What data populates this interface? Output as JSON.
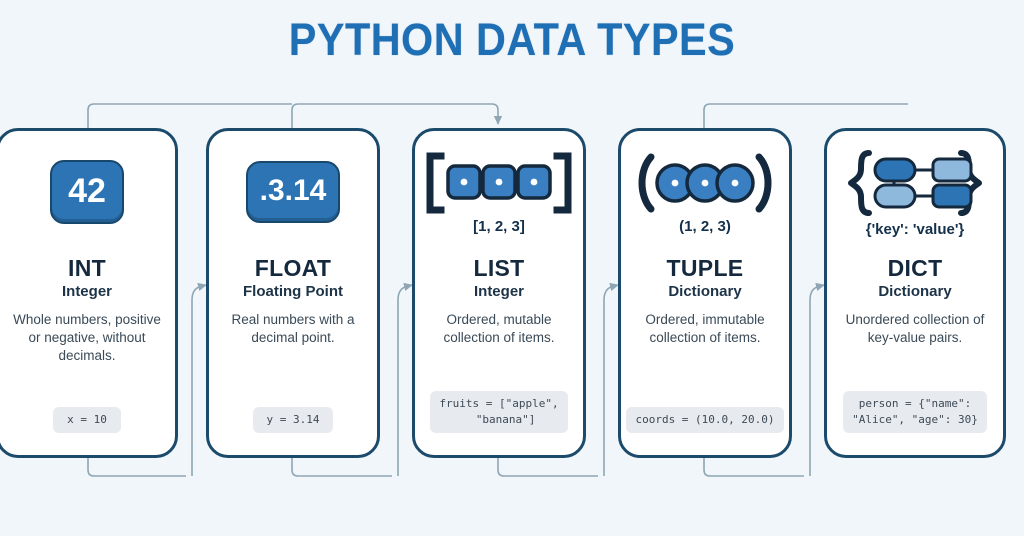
{
  "page": {
    "title": "PYTHON DATA TYPES",
    "background_color": "#f0f6fa",
    "title_color": "#1f6fb5",
    "card_border_color": "#1b4a6b",
    "accent_blue": "#2d74b5",
    "connector_color": "#8fa6b5"
  },
  "cards": [
    {
      "id": "int",
      "icon_name": "int-number-badge",
      "badge_text": "42",
      "glyph_caption": "",
      "type_name": "INT",
      "type_sub": "Integer",
      "description": "Whole numbers, positive or negative, without decimals.",
      "code": "x = 10"
    },
    {
      "id": "float",
      "icon_name": "float-number-badge",
      "badge_text": ".3.14",
      "glyph_caption": "",
      "type_name": "FLOAT",
      "type_sub": "Floating Point",
      "description": "Real numbers with a decimal point.",
      "code": "y = 3.14"
    },
    {
      "id": "list",
      "icon_name": "list-brackets-icon",
      "badge_text": "",
      "glyph_caption": "[1, 2, 3]",
      "type_name": "LIST",
      "type_sub": "Integer",
      "description": "Ordered, mutable collection of items.",
      "code": "fruits = [\"apple\",\n  \"banana\"]"
    },
    {
      "id": "tuple",
      "icon_name": "tuple-parentheses-icon",
      "badge_text": "",
      "glyph_caption": "(1, 2, 3)",
      "type_name": "TUPLE",
      "type_sub": "Dictionary",
      "description": "Ordered, immutable collection of items.",
      "code": "coords = (10.0, 20.0)"
    },
    {
      "id": "dict",
      "icon_name": "dict-braces-icon",
      "badge_text": "",
      "glyph_caption": "{'key': 'value'}",
      "type_name": "DICT",
      "type_sub": "Dictionary",
      "description": "Unordered collection of key-value pairs.",
      "code": "person = {\"name\":\n\"Alice\", \"age\": 30}"
    }
  ]
}
